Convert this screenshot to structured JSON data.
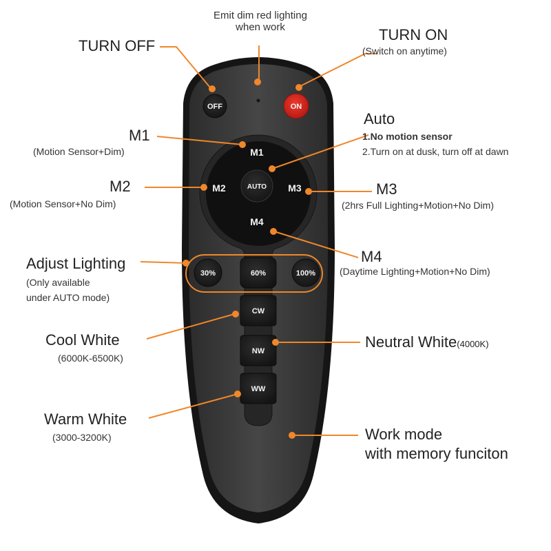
{
  "labels": {
    "turn_off": "TURN OFF",
    "emit_line1": "Emit dim red lighting",
    "emit_line2": "when work",
    "turn_on": "TURN ON",
    "turn_on_sub": "(Switch on anytime)",
    "auto": "Auto",
    "auto_note1": "1.No motion sensor",
    "auto_note2": "2.Turn on at dusk, turn off at dawn",
    "m1": "M1",
    "m1_sub": "(Motion Sensor+Dim)",
    "m2": "M2",
    "m2_sub": "(Motion Sensor+No Dim)",
    "m3": "M3",
    "m3_sub": "(2hrs Full Lighting+Motion+No Dim)",
    "m4": "M4",
    "m4_sub": "(Daytime Lighting+Motion+No Dim)",
    "adjust": "Adjust Lighting",
    "adjust_sub1": "(Only available",
    "adjust_sub2": "under AUTO mode)",
    "cool": "Cool White",
    "cool_sub": "(6000K-6500K)",
    "neutral": "Neutral White",
    "neutral_sub": "(4000K)",
    "warm": "Warm White",
    "warm_sub": "(3000-3200K)",
    "work1": "Work mode",
    "work2": "with memory funciton"
  },
  "buttons": {
    "off": "OFF",
    "on": "ON",
    "m1": "M1",
    "m2": "M2",
    "m3": "M3",
    "m4": "M4",
    "auto": "AUTO",
    "p30": "30%",
    "p60": "60%",
    "p100": "100%",
    "cw": "CW",
    "nw": "NW",
    "ww": "WW"
  },
  "colors": {
    "accent": "#f0872a",
    "remote_body": "#3a3a3a",
    "remote_edge": "#161616",
    "on_button": "#d6261d",
    "button": "#1e1e1e"
  }
}
